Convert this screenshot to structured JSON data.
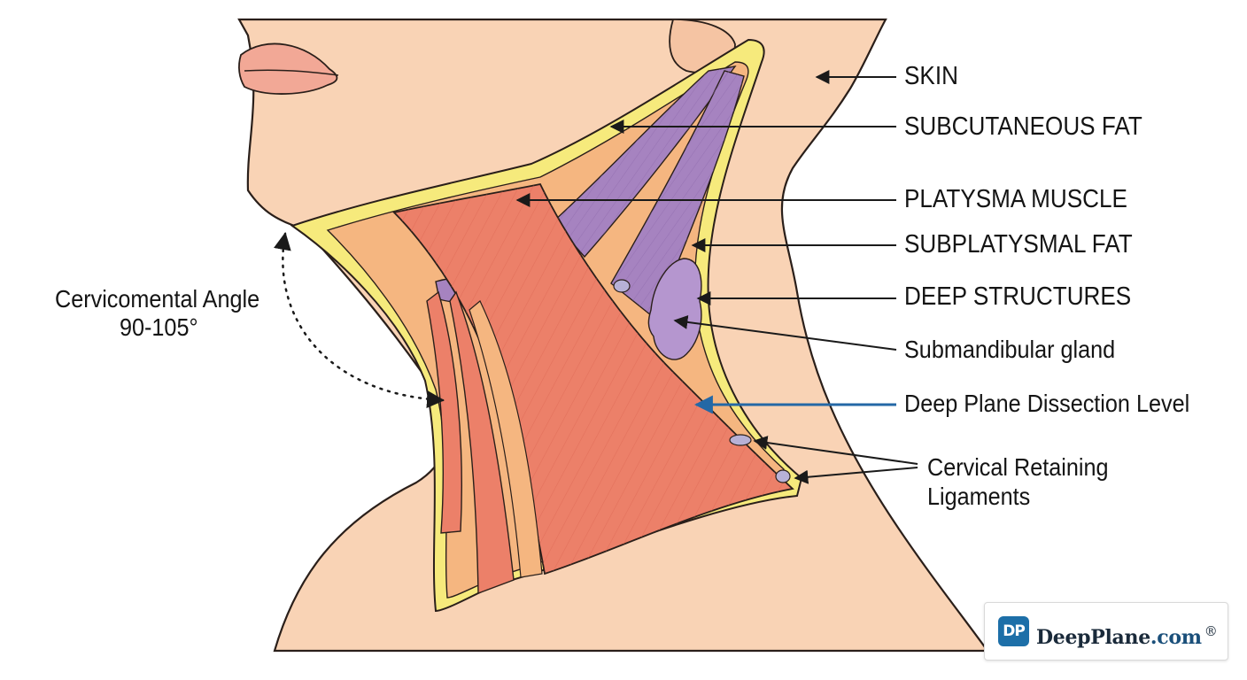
{
  "labels": {
    "skin": "SKIN",
    "subcutaneous_fat": "SUBCUTANEOUS FAT",
    "platysma_muscle": "PLATYSMA MUSCLE",
    "subplatysmal_fat": "SUBPLATYSMAL FAT",
    "deep_structures": "DEEP STRUCTURES",
    "submandibular_gland": "Submandibular gland",
    "deep_plane_dissection_level": "Deep Plane Dissection Level",
    "cervical_retaining_ligaments_line1": "Cervical Retaining",
    "cervical_retaining_ligaments_line2": "Ligaments",
    "cervicomental_angle_line1": "Cervicomental Angle",
    "cervicomental_angle_line2": "90-105°"
  },
  "logo": {
    "badge": "DP",
    "name": "DeepPlane",
    "tld": ".com",
    "mark": "®"
  },
  "colors": {
    "skin": "#f9d3b5",
    "skin_outline": "#2a1f1a",
    "subcutaneous_fat": "#f6ea7c",
    "subplatysmal_fat": "#f5b680",
    "platysma_muscle": "#ec8069",
    "deep_structures": "#a683c0",
    "deep_plane_arrow": "#2468a6",
    "label_arrows": "#1a1a1a",
    "logo_badge": "#1d6fa8"
  }
}
